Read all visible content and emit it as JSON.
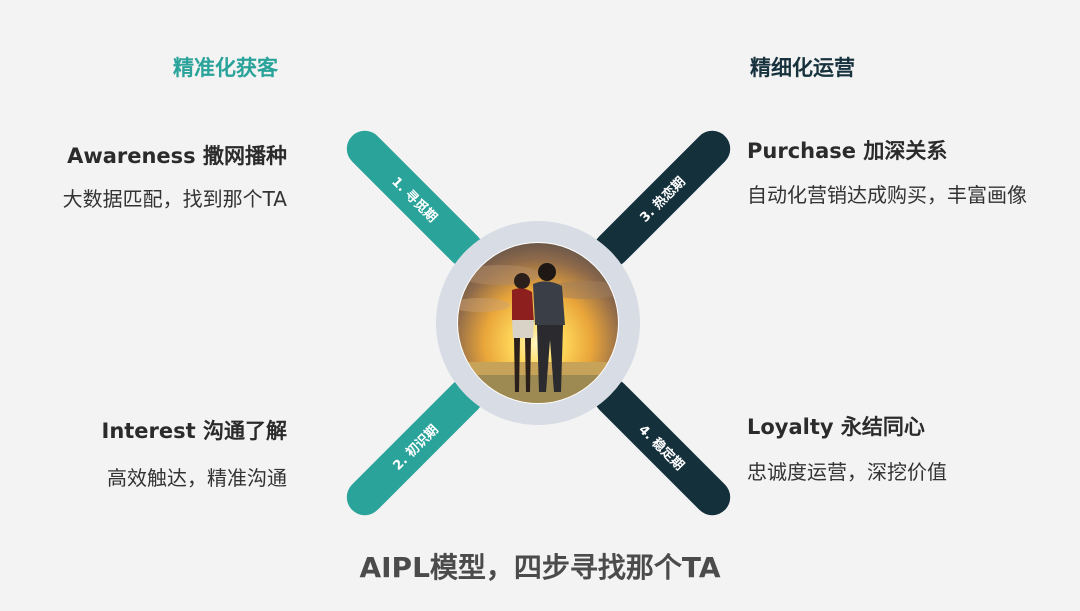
{
  "sections": {
    "left": "精准化获客",
    "right": "精细化运营"
  },
  "stages": [
    {
      "pill": "1. 寻觅期",
      "title": "Awareness 撒网播种",
      "desc": "大数据匹配，找到那个TA"
    },
    {
      "pill": "2. 初识期",
      "title": "Interest 沟通了解",
      "desc": "高效触达，精准沟通"
    },
    {
      "pill": "3. 热恋期",
      "title": "Purchase 加深关系",
      "desc": "自动化营销达成购买，丰富画像"
    },
    {
      "pill": "4. 稳定期",
      "title": "Loyalty 永结同心",
      "desc": "忠诚度运营，深挖价值"
    }
  ],
  "main_title": "AIPL模型，四步寻找那个TA",
  "colors": {
    "teal": "#2aa39a",
    "navy": "#14303b",
    "ring": "#d8dde5",
    "background": "#f3f3f3"
  }
}
